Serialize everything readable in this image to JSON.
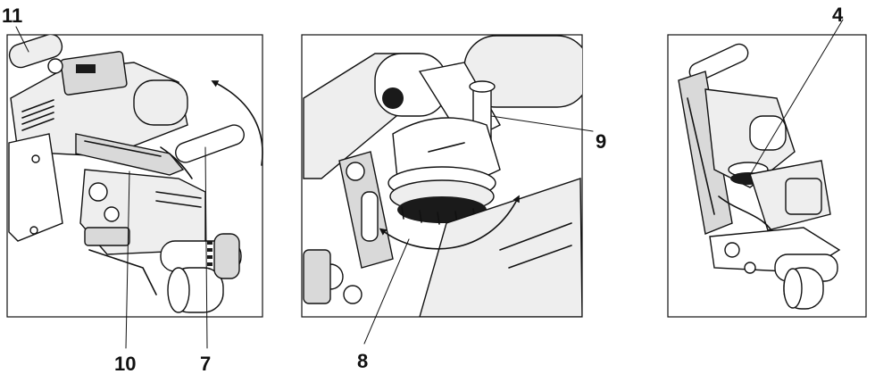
{
  "panels": [
    {
      "id": "left",
      "callouts": [
        {
          "key": "c11",
          "text": "11"
        },
        {
          "key": "c10",
          "text": "10"
        },
        {
          "key": "c7",
          "text": "7"
        }
      ]
    },
    {
      "id": "middle",
      "callouts": [
        {
          "key": "c9",
          "text": "9"
        },
        {
          "key": "c8",
          "text": "8"
        }
      ]
    },
    {
      "id": "right",
      "callouts": [
        {
          "key": "c4",
          "text": "4"
        }
      ]
    }
  ],
  "colors": {
    "line": "#111111",
    "shade": "#d9d9d9",
    "background": "#ffffff"
  }
}
